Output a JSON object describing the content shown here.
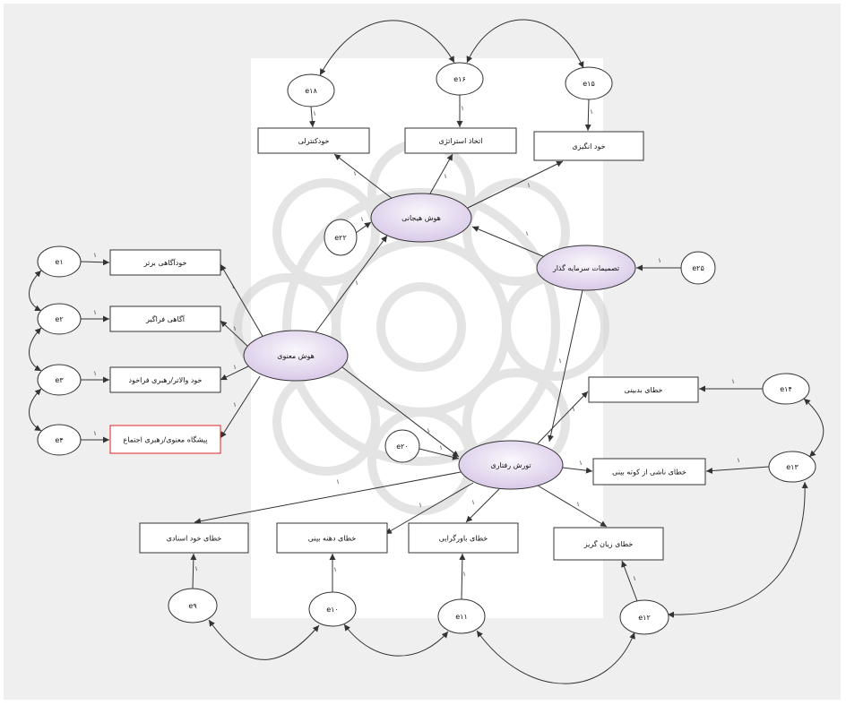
{
  "diagram": {
    "latents": {
      "emotional_intelligence": "هوش هیجانی",
      "investor_decisions": "تصمیمات سرمایه گذار",
      "spiritual_intelligence": "هوش معنوی",
      "behavioral_bias": "تورش رفتاری"
    },
    "indicators": {
      "self_control": "خودکنترلی",
      "strategy": "اتخاذ استراتژی",
      "self_motivation": "خود انگیزی",
      "higher_awareness": "خودآگاهی برتر",
      "transcendent_awareness": "آگاهی فراگیر",
      "self_transcendence": "خود والاتر/رهبری فراخود",
      "social_spiritual": "پیشگاه معنوی/رهبری اجتماع",
      "overoptimism": "خطای بدبینی",
      "hindsight": "خطای ناشی از کوته بینی",
      "self_attribution": "خطای خود اسنادی",
      "anchoring": "خطای دهنه بینی",
      "confirmation": "خطای باورگرایی",
      "loss_aversion": "خطای زیان گریز"
    },
    "errors": {
      "e1": "e۱",
      "e2": "e۲",
      "e3": "e۳",
      "e4": "e۴",
      "e9": "e۹",
      "e10": "e۱۰",
      "e11": "e۱۱",
      "e12": "e۱۲",
      "e13": "e۱۳",
      "e14": "e۱۴",
      "e15": "e۱۵",
      "e16": "e۱۶",
      "e18": "e۱۸",
      "e20": "e۲۰",
      "e22": "e۲۲",
      "e25": "e۲۵"
    },
    "path_label": "۱",
    "colors": {
      "latent_fill_light": "#f8f4fb",
      "latent_fill_dark": "#d7c8e6",
      "highlight_border": "#e02020",
      "line": "#333333",
      "background": "#efefef",
      "center_panel": "#ffffff"
    }
  }
}
